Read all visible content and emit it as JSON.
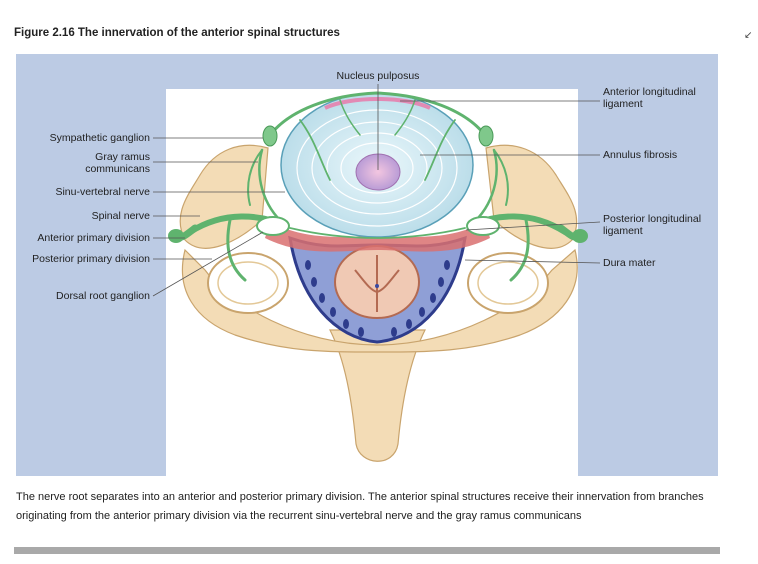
{
  "figure": {
    "title": "Figure 2.16 The innervation of the anterior spinal structures",
    "corner_mark": "↙"
  },
  "labels": {
    "nucleus_pulposus": "Nucleus pulposus",
    "anterior_longitudinal_ligament": "Anterior longitudinal ligament",
    "sympathetic_ganglion": "Sympathetic ganglion",
    "gray_ramus_communicans": "Gray ramus communicans",
    "annulus_fibrosis": "Annulus fibrosis",
    "sinu_vertebral_nerve": "Sinu-vertebral nerve",
    "spinal_nerve": "Spinal nerve",
    "posterior_longitudinal_ligament": "Posterior longitudinal ligament",
    "anterior_primary_division": "Anterior primary division",
    "posterior_primary_division": "Posterior primary division",
    "dura_mater": "Dura mater",
    "dorsal_root_ganglion": "Dorsal root ganglion"
  },
  "caption": "The nerve root separates into an anterior and posterior primary division. The anterior spinal structures receive their innervation from branches originating from the anterior primary division via the recurrent sinu-vertebral nerve and the gray ramus communicans",
  "colors": {
    "panel": "#bccbe4",
    "bone": "#f3dcb6",
    "nerve": "#5fb36e",
    "annulus": "#d6ecf2",
    "nucleus": "#c9a2d6",
    "dura": "#3b4fa0",
    "ligament": "#c64a4a"
  }
}
